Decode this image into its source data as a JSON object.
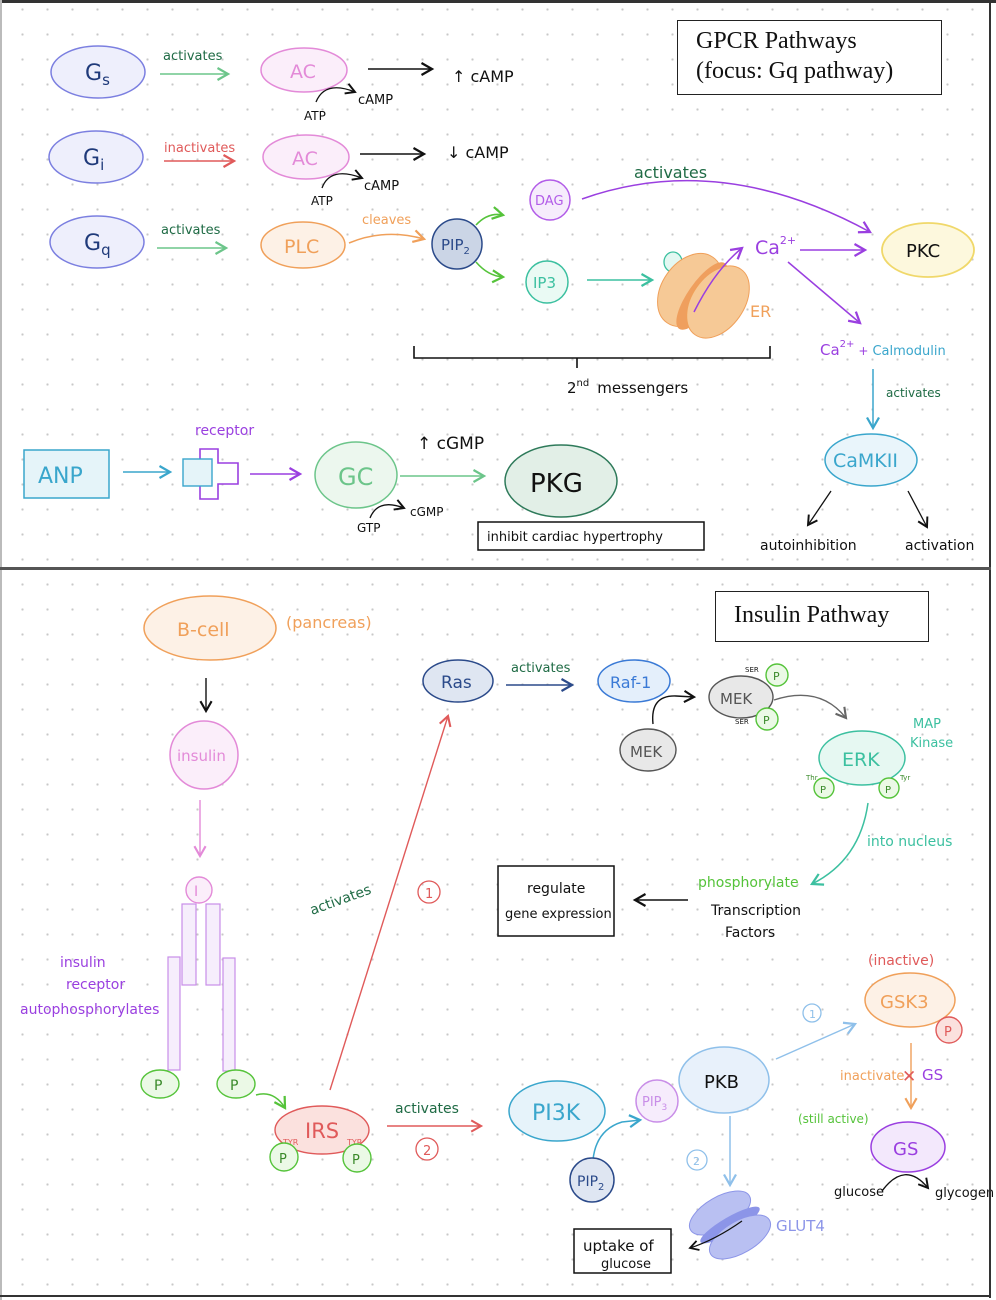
{
  "gpcr_section": {
    "title_line1": "GPCR Pathways",
    "title_line2": "(focus: Gq pathway)",
    "gs_row": {
      "g_protein": "G",
      "g_sub": "s",
      "verb": "activates",
      "enzyme": "AC",
      "substrate": "ATP",
      "product": "cAMP",
      "result": "↑ cAMP"
    },
    "gi_row": {
      "g_protein": "G",
      "g_sub": "i",
      "verb": "inactivates",
      "enzyme": "AC",
      "substrate": "ATP",
      "product": "cAMP",
      "result": "↓ cAMP"
    },
    "gq_row": {
      "g_protein": "G",
      "g_sub": "q",
      "verb": "activates",
      "enzyme": "PLC",
      "verb2": "cleaves",
      "pip2": "PIP",
      "pip2_sub": "2",
      "dag": "DAG",
      "ip3": "IP3",
      "dag_verb": "activates",
      "er": "ER",
      "ca": "Ca",
      "ca_sup": "2+",
      "pkc": "PKC",
      "ca2": "Ca",
      "ca2_sup": "2+",
      "plus": "+",
      "calmodulin": "Calmodulin",
      "cam_verb": "activates",
      "camkii": "CaMKII",
      "out1": "autoinhibition",
      "out2": "activation",
      "bracket_label": "2",
      "bracket_sup": "nd",
      "bracket_label2": "messengers"
    },
    "anp_row": {
      "anp": "ANP",
      "receptor": "receptor",
      "gc": "GC",
      "substrate": "GTP",
      "product": "cGMP",
      "result": "↑ cGMP",
      "pkg": "PKG",
      "effect": "inhibit cardiac hypertrophy"
    }
  },
  "insulin_section": {
    "title": "Insulin Pathway",
    "bcell": "B-cell",
    "pancreas": "(pancreas)",
    "insulin": "insulin",
    "insulin_symbol": "I",
    "receptor_label": [
      "insulin",
      "receptor",
      "autophosphorylates"
    ],
    "p": "P",
    "irs": "IRS",
    "tyr": "TYR",
    "activates_ras": "activates",
    "branch1": "1",
    "branch2": "2",
    "activates_pi3k": "activates",
    "ras": "Ras",
    "ras_verb": "activates",
    "raf": "Raf-1",
    "mek": "MEK",
    "mek_active": "MEK",
    "ser": "SER",
    "erk": "ERK",
    "map_kinase": [
      "MAP",
      "Kinase"
    ],
    "thr": "Thr",
    "tyr2": "Tyr",
    "into_nucleus": "into nucleus",
    "phosphorylate": "phosphorylate",
    "tf": [
      "Transcription",
      "Factors"
    ],
    "gene_expr": [
      "regulate",
      "gene expression"
    ],
    "pi3k": "PI3K",
    "pip2": "PIP",
    "pip2_sub": "2",
    "pip3": "PIP",
    "pip3_sub": "3",
    "pkb": "PKB",
    "pkb_branch1": "1",
    "pkb_branch2": "2",
    "gsk3_state": "(inactive)",
    "gsk3": "GSK3",
    "inactivate": "inactivate",
    "x_mark": "✕",
    "gs_target": "GS",
    "gs_state": "(still active)",
    "gs": "GS",
    "glucose": "glucose",
    "glycogen": "glycogen",
    "glut4": "GLUT4",
    "uptake": [
      "uptake of",
      "glucose"
    ]
  },
  "colors": {
    "g_protein": "#7b7fe0",
    "g_fill": "#eeeffc",
    "g_text": "#1f3a7a",
    "green_arrow": "#6cc58a",
    "dark_green_text": "#1f6b45",
    "red": "#e05a5a",
    "pink": "#e38ad8",
    "orange": "#f0a05a",
    "navy": "#2b4a8a",
    "purple": "#9a3fe0",
    "teal": "#3cc0a0",
    "yellow": "#f0d86a",
    "cyan_blue": "#3aa6cc",
    "bright_green": "#55c33a",
    "light_blue": "#8fc0ea",
    "glut": "#8c95e8"
  }
}
